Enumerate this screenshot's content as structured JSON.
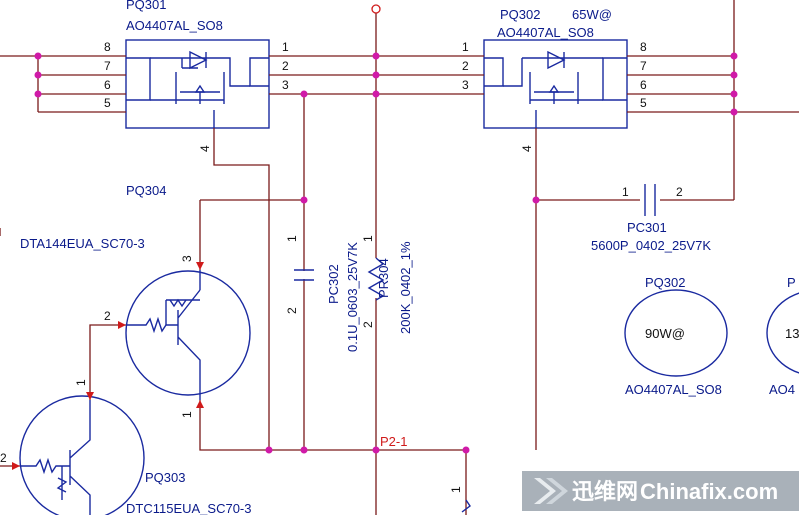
{
  "components": {
    "pq301": {
      "ref": "PQ301",
      "part": "AO4407AL_SO8",
      "pins_left": [
        "8",
        "7",
        "6",
        "5"
      ],
      "pins_right": [
        "1",
        "2",
        "3"
      ],
      "pin_gate": "4"
    },
    "pq302": {
      "ref": "PQ302",
      "power": "65W@",
      "part": "AO4407AL_SO8",
      "pins_left": [
        "1",
        "2",
        "3"
      ],
      "pins_right": [
        "8",
        "7",
        "6",
        "5"
      ],
      "pin_gate": "4"
    },
    "pq304": {
      "ref": "PQ304",
      "part": "DTA144EUA_SC70-3",
      "pin_top": "3",
      "pin_base": "2",
      "pin_bottom": "1"
    },
    "pq303": {
      "ref": "PQ303",
      "part": "DTC115EUA_SC70-3",
      "pin_top": "1",
      "pin_base": "2"
    },
    "pc302": {
      "ref": "PC302",
      "value": "0.1U_0603_25V7K",
      "pin1": "1",
      "pin2": "2"
    },
    "pr304": {
      "ref": "PR304",
      "value": "200K_0402_1%",
      "pin1": "1",
      "pin2": "2"
    },
    "pc301": {
      "ref": "PC301",
      "value": "5600P_0402_25V7K",
      "pin1": "1",
      "pin2": "2"
    },
    "variant_a": {
      "ref": "PQ302",
      "power": "90W@",
      "part": "AO4407AL_SO8"
    },
    "variant_b": {
      "ref": "P",
      "power": "13",
      "part": "AO4"
    }
  },
  "net_labels": {
    "p2_1": "P2-1",
    "bottom_pin": "1"
  },
  "watermark": {
    "brand": "迅维网",
    "site": "Chinafix.com"
  },
  "colors": {
    "wire": "#7a1a1a",
    "component": "#1a2aa0",
    "junction": "#d01aa8",
    "label": "#0a1a8a",
    "marker": "#d01a1a"
  }
}
